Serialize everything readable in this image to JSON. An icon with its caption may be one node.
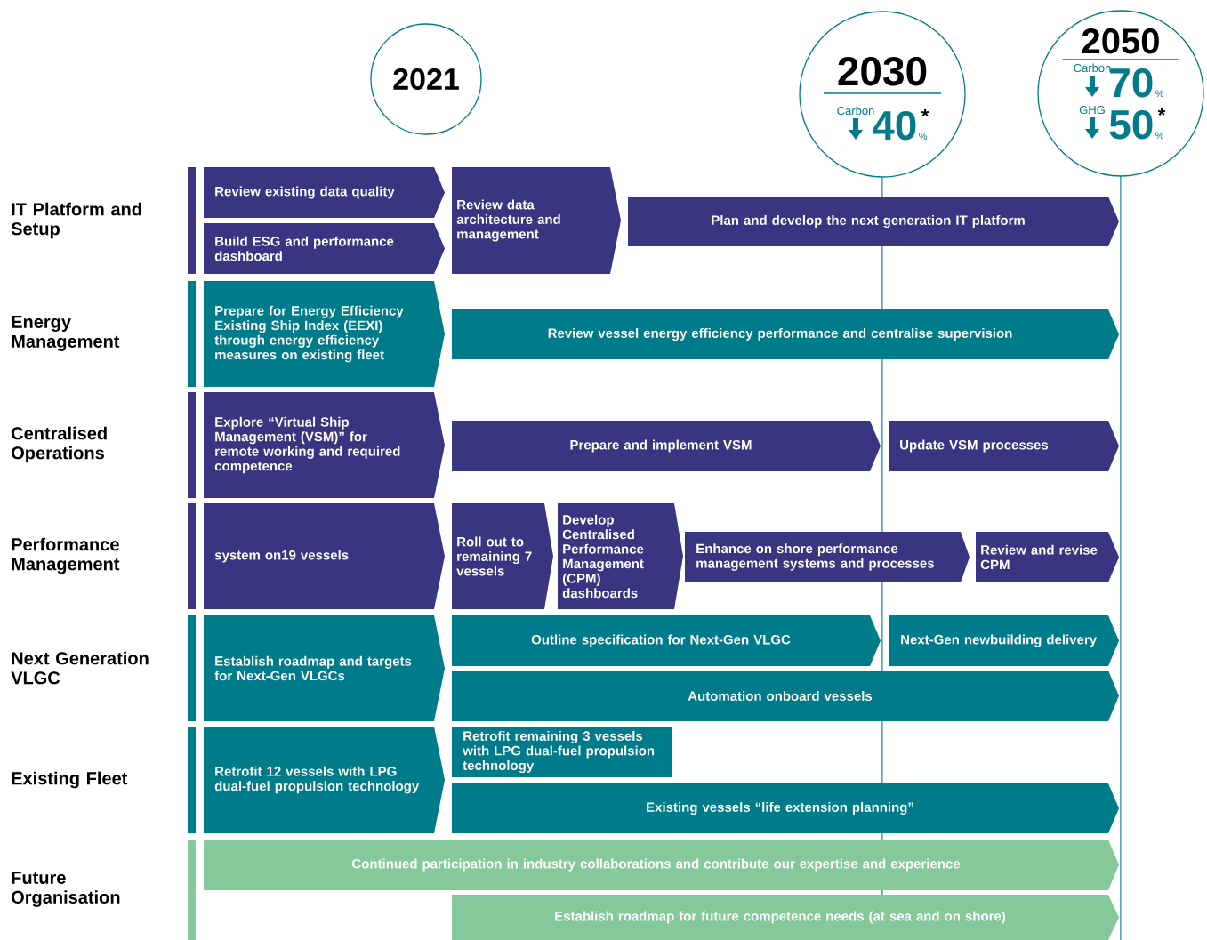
{
  "diagram": {
    "nodes": [
      {
        "text": [
          "2021"
        ]
      },
      {
        "text": [
          "2030",
          "Carbon",
          "40",
          "*",
          "%"
        ]
      },
      {
        "text": [
          "2050",
          "Carbon",
          "70",
          "%",
          "GHG",
          "50",
          "*",
          "%"
        ]
      },
      {
        "text": [
          "Review existing data quality"
        ]
      },
      {
        "text": [
          "Build ESG and performance dashboard"
        ]
      },
      {
        "text": [
          "Review data architecture and management"
        ]
      },
      {
        "text": [
          "Plan and develop the next generation IT platform"
        ]
      },
      {
        "text": [
          "Prepare for Energy Efficiency Existing Ship Index (EEXI) through energy efficiency measures on existing fleet"
        ]
      },
      {
        "text": [
          "Review vessel energy efficiency performance and centralise supervision"
        ]
      },
      {
        "text": [
          "Explore “Virtual Ship Management (VSM)” for remote working and required competence"
        ]
      },
      {
        "text": [
          "Prepare and implement VSM"
        ]
      },
      {
        "text": [
          "Update VSM processes"
        ]
      },
      {
        "text": [
          "system on19 vessels"
        ]
      },
      {
        "text": [
          "Roll out to remaining 7 vessels"
        ]
      },
      {
        "text": [
          "Develop Centralised Performance Management (CPM) dashboards"
        ]
      },
      {
        "text": [
          "Enhance on shore performance management systems and processes"
        ]
      },
      {
        "text": [
          "Review and revise CPM"
        ]
      },
      {
        "text": [
          "Establish roadmap and targets for Next-Gen VLGCs"
        ]
      },
      {
        "text": [
          "Outline specification for Next-Gen VLGC"
        ]
      },
      {
        "text": [
          "Next-Gen newbuilding delivery"
        ]
      },
      {
        "text": [
          "Automation onboard vessels"
        ]
      },
      {
        "text": [
          "Retrofit 12 vessels with LPG dual-fuel propulsion technology"
        ]
      },
      {
        "text": [
          "Retrofit remaining 3 vessels with LPG dual-fuel propulsion technology"
        ]
      },
      {
        "text": [
          "Existing vessels “life extension planning”"
        ]
      },
      {
        "text": [
          "Continued participation in industry collaborations and contribute our expertise and experience"
        ]
      },
      {
        "text": [
          "Establish roadmap for future competence needs (at sea and on shore)"
        ]
      }
    ],
    "labels": [
      "IT Platform and Setup",
      "Energy Management",
      "Centralised Operations",
      "Performance Management",
      "Next Generation VLGC",
      "Existing Fleet",
      "Future Organisation"
    ]
  }
}
